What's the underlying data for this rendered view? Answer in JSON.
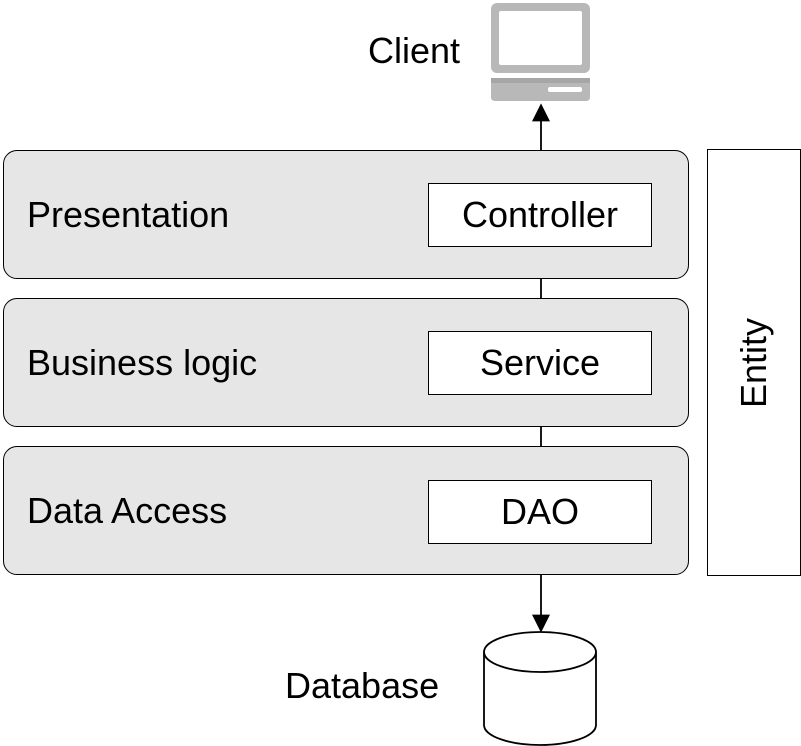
{
  "client": {
    "label": "Client",
    "icon": "computer-icon"
  },
  "layers": [
    {
      "name": "Presentation",
      "component": "Controller"
    },
    {
      "name": "Business logic",
      "component": "Service"
    },
    {
      "name": "Data Access",
      "component": "DAO"
    }
  ],
  "entity": {
    "label": "Entity"
  },
  "database": {
    "label": "Database",
    "icon": "database-cylinder-icon"
  },
  "colors": {
    "layer_fill": "#e6e6e6",
    "stroke": "#000000",
    "box_fill": "#ffffff",
    "computer_gray": "#b8b8b8"
  }
}
